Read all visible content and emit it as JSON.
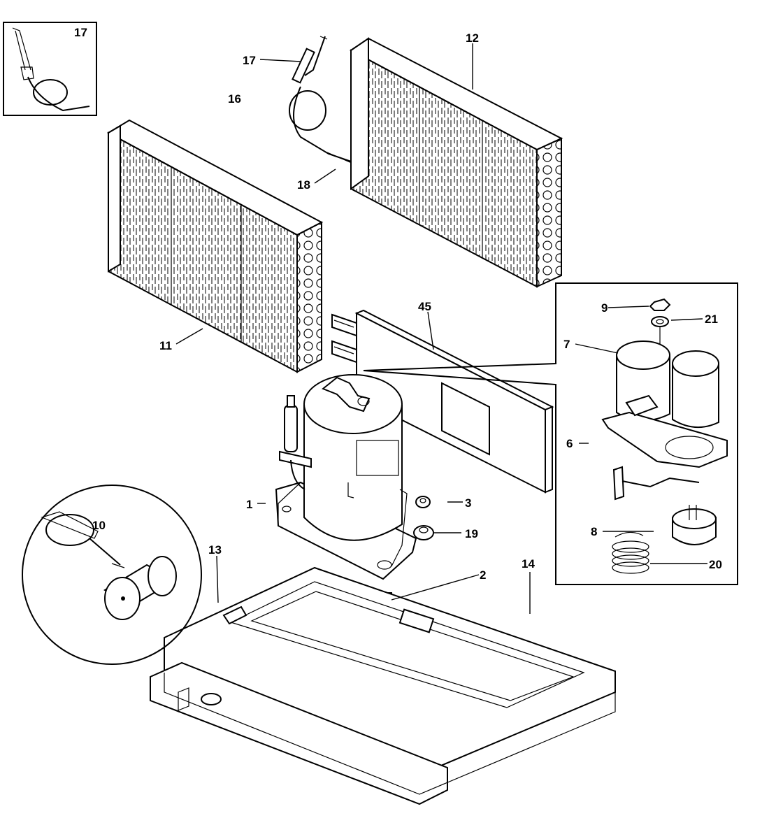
{
  "labels": {
    "p1": "1",
    "p2": "2",
    "p3": "3",
    "p6": "6",
    "p7": "7",
    "p8": "8",
    "p9": "9",
    "p10": "10",
    "p11": "11",
    "p12": "12",
    "p13": "13",
    "p14": "14",
    "p16": "16",
    "p17a": "17",
    "p17b": "17",
    "p18": "18",
    "p19": "19",
    "p20": "20",
    "p21": "21",
    "p45": "45"
  }
}
